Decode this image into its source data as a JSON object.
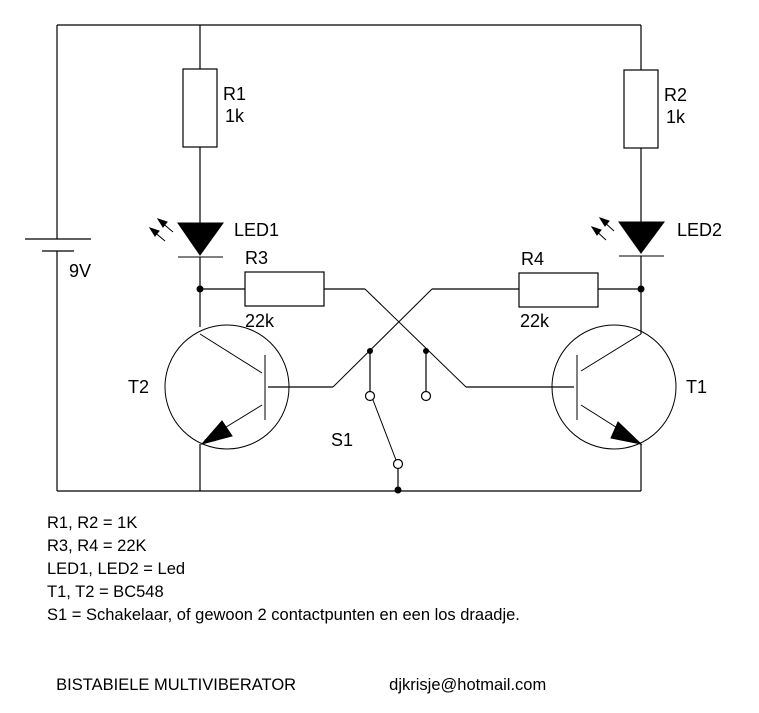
{
  "diagram": {
    "type": "circuit-schematic",
    "components": {
      "battery": {
        "label": "9V"
      },
      "r1": {
        "name": "R1",
        "value": "1k"
      },
      "r2": {
        "name": "R2",
        "value": "1k"
      },
      "r3": {
        "name": "R3",
        "value": "22k"
      },
      "r4": {
        "name": "R4",
        "value": "22k"
      },
      "led1": {
        "name": "LED1"
      },
      "led2": {
        "name": "LED2"
      },
      "t1": {
        "name": "T1"
      },
      "t2": {
        "name": "T2"
      },
      "s1": {
        "name": "S1"
      }
    }
  },
  "notes": [
    "R1, R2 = 1K",
    "R3, R4 = 22K",
    "LED1, LED2 = Led",
    "T1, T2 = BC548",
    "S1 = Schakelaar, of gewoon 2 contactpunten en een los draadje."
  ],
  "footer": {
    "title": "BISTABIELE MULTIVIBERATOR",
    "email": "djkrisje@hotmail.com"
  }
}
